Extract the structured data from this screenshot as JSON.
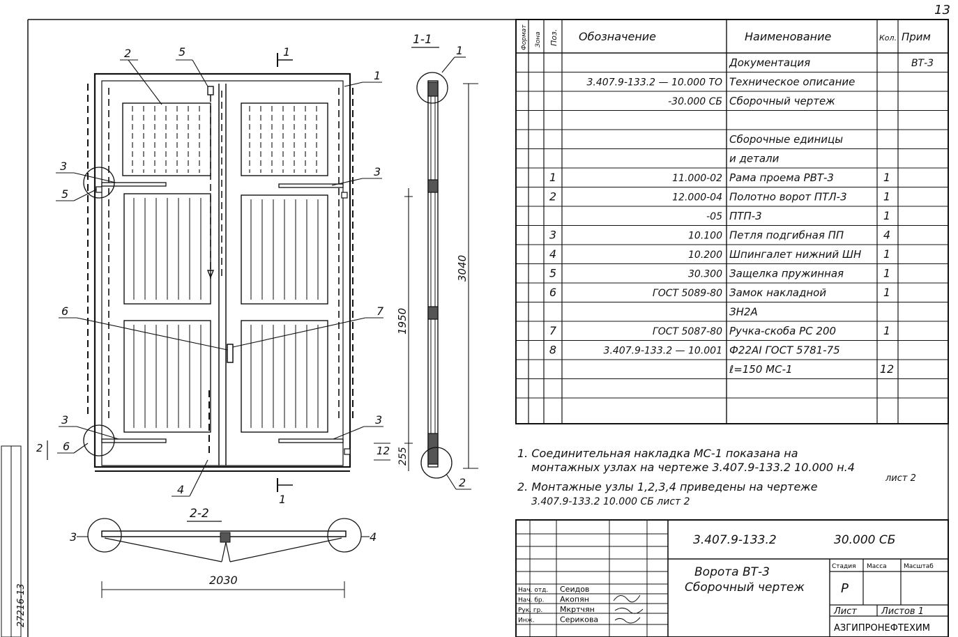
{
  "page_number": "13",
  "left_strip": {
    "archive_no": "27216-13"
  },
  "drawing": {
    "section_1_1": "1-1",
    "section_2_2": "2-2",
    "cut_marker": "1",
    "dim_height_1950": "1950",
    "dim_bottom_255": "255",
    "dim_full_3040": "3040",
    "dim_width_2030": "2030",
    "dim_small_2": "2",
    "dim_small_12": "12",
    "callouts": {
      "c1": "1",
      "c2": "2",
      "c3": "3",
      "c4": "4",
      "c5": "5",
      "c6": "6",
      "c7": "7"
    }
  },
  "spec_table": {
    "headers": {
      "format": "Формат",
      "zone": "Зона",
      "pos": "Поз.",
      "designation": "Обозначение",
      "name": "Наименование",
      "qty": "Кол.",
      "note": "Прим"
    },
    "rows": [
      {
        "pos": "",
        "designation": "",
        "name": "Документация",
        "qty": "",
        "note": "ВТ-3"
      },
      {
        "pos": "",
        "designation": "3.407.9-133.2 — 10.000 ТО",
        "name": "Техническое описание",
        "qty": "",
        "note": ""
      },
      {
        "pos": "",
        "designation": "-30.000 СБ",
        "name": "Сборочный чертеж",
        "qty": "",
        "note": ""
      },
      {
        "pos": "",
        "designation": "",
        "name": "",
        "qty": "",
        "note": ""
      },
      {
        "pos": "",
        "designation": "",
        "name": "Сборочные единицы",
        "qty": "",
        "note": ""
      },
      {
        "pos": "",
        "designation": "",
        "name": "и детали",
        "qty": "",
        "note": ""
      },
      {
        "pos": "1",
        "designation": "11.000-02",
        "name": "Рама проема РВТ-3",
        "qty": "1",
        "note": ""
      },
      {
        "pos": "2",
        "designation": "12.000-04",
        "name": "Полотно ворот ПТЛ-3",
        "qty": "1",
        "note": ""
      },
      {
        "pos": "",
        "designation": "-05",
        "name": "ПТП-3",
        "qty": "1",
        "note": ""
      },
      {
        "pos": "3",
        "designation": "10.100",
        "name": "Петля подгибная ПП",
        "qty": "4",
        "note": ""
      },
      {
        "pos": "4",
        "designation": "10.200",
        "name": "Шпингалет нижний ШН",
        "qty": "1",
        "note": ""
      },
      {
        "pos": "5",
        "designation": "30.300",
        "name": "Защелка пружинная",
        "qty": "1",
        "note": ""
      },
      {
        "pos": "6",
        "designation": "ГОСТ 5089-80",
        "name": "Замок накладной",
        "qty": "1",
        "note": ""
      },
      {
        "pos": "",
        "designation": "",
        "name": "ЗН2А",
        "qty": "",
        "note": ""
      },
      {
        "pos": "7",
        "designation": "ГОСТ 5087-80",
        "name": "Ручка-скоба РС 200",
        "qty": "1",
        "note": ""
      },
      {
        "pos": "8",
        "designation": "3.407.9-133.2 — 10.001",
        "name": "Ф22АI ГОСТ 5781-75",
        "qty": "",
        "note": ""
      },
      {
        "pos": "",
        "designation": "",
        "name": "ℓ=150     МС-1",
        "qty": "12",
        "note": ""
      },
      {
        "pos": "",
        "designation": "",
        "name": "",
        "qty": "",
        "note": ""
      },
      {
        "pos": "",
        "designation": "",
        "name": "",
        "qty": "",
        "note": ""
      }
    ]
  },
  "notes": {
    "n1_line1": "1. Соединительная накладка МС-1 показана на",
    "n1_line2": "монтажных узлах на чертеже 3.407.9-133.2 10.000 н.4",
    "n1_line3": "лист 2",
    "n2_line1": "2. Монтажные узлы 1,2,3,4 приведены на чертеже",
    "n2_line2": "3.407.9-133.2 10.000 СБ лист 2"
  },
  "title_block": {
    "code": "3.407.9-133.2",
    "doc_suffix": "30.000 СБ",
    "title_line1": "Ворота ВТ-3",
    "title_line2": "Сборочный чертеж",
    "stage_label": "Стадия",
    "mass_label": "Масса",
    "scale_label": "Масштаб",
    "stage_value": "Р",
    "sheet_label": "Лист",
    "sheets_label": "Листов 1",
    "org": "АЗГИПРОНЕФТЕХИМ",
    "signers": [
      {
        "role": "Нач. отд.",
        "name": "Сеидов"
      },
      {
        "role": "Нач. бр.",
        "name": "Акопян"
      },
      {
        "role": "Рук. гр.",
        "name": "Мкртчян"
      },
      {
        "role": "Инж.",
        "name": "Серикова"
      }
    ]
  }
}
